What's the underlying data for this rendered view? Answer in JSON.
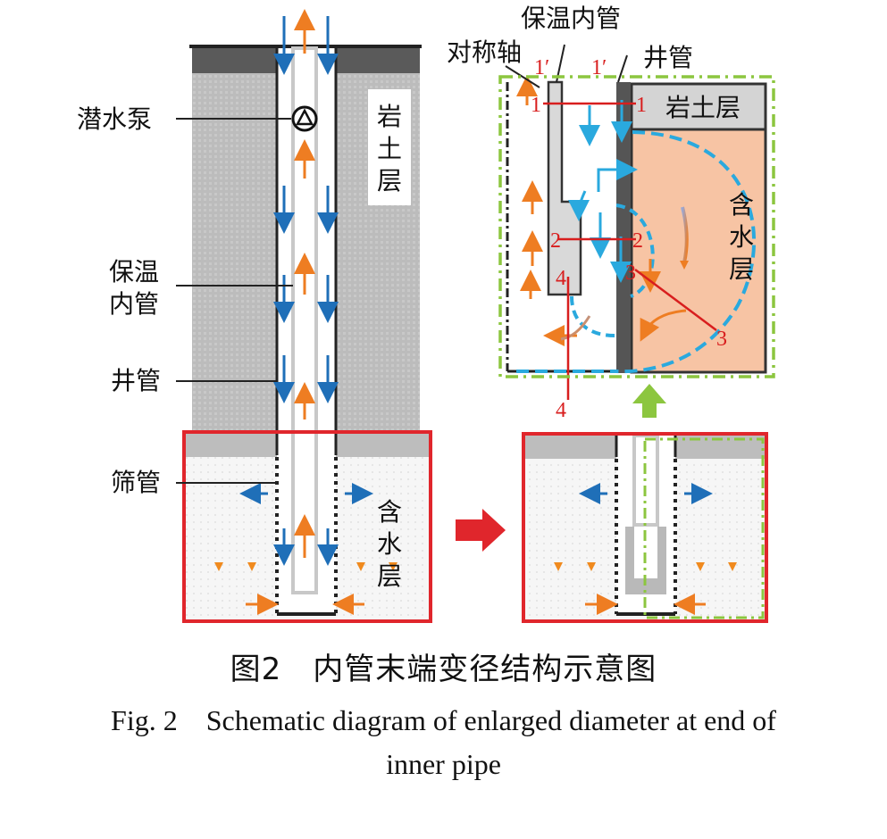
{
  "labels": {
    "pump": "潜水泵",
    "inner_pipe": "保温内管",
    "well_pipe": "井管",
    "screen_pipe": "筛管",
    "rock_soil": "岩土层",
    "aquifer": "含水层",
    "symmetry_axis": "对称轴",
    "inner_pipe_top": "保温内管",
    "well_pipe_top": "井管",
    "rock_soil_right": "岩土层",
    "aquifer_right": "含水层"
  },
  "sections": {
    "s1_left": "1",
    "s1_right": "1",
    "s1_top_a": "1′",
    "s1_top_b": "1′",
    "s2_left": "2",
    "s2_right": "2",
    "s3_a": "3",
    "s3_b": "3",
    "s4_a": "4",
    "s4_b": "4"
  },
  "caption": {
    "zh": "图2　内管末端变径结构示意图",
    "en_line1": "Fig. 2　Schematic diagram of enlarged diameter at end of",
    "en_line2": "inner pipe"
  },
  "colors": {
    "cold_flow": "#1f6fb8",
    "warm_flow": "#ee7d22",
    "highlight_box": "#e0262c",
    "zoom_box": "#8cc63f",
    "section_line": "#d81e1e",
    "aquifer_fill": "#f7c4a4",
    "rock_fill": "#bdbdbd"
  }
}
